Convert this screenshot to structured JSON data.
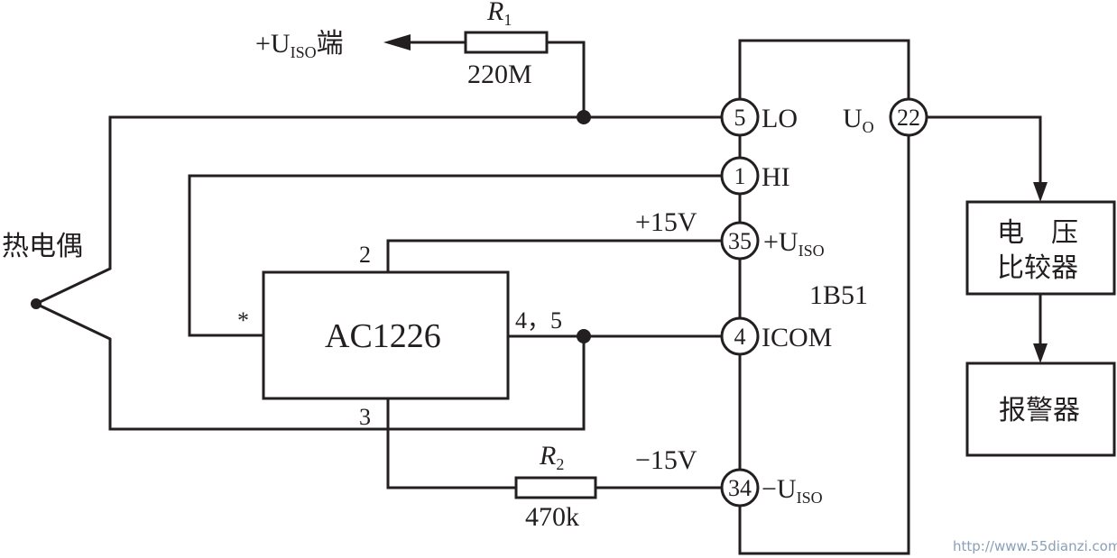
{
  "labels": {
    "thermocouple": "热电偶",
    "ic_name": "AC1226",
    "module_name": "1B51",
    "r1_name": "R",
    "r1_sub": "1",
    "r1_value": "220M",
    "r2_name": "R",
    "r2_sub": "2",
    "r2_value": "470k",
    "uiso_plus_prefix": "+U",
    "uiso_sub": "ISO",
    "uiso_end_suffix": "端",
    "ic_pin_star": "*",
    "ic_pin_2": "2",
    "ic_pin_3": "3",
    "ic_pin_45": "4，5",
    "plus15v": "+15V",
    "minus15v": "−15V",
    "pin_5": "5",
    "pin_5_name": "LO",
    "pin_1": "1",
    "pin_1_name": "HI",
    "pin_35": "35",
    "pin_35_prefix": "+U",
    "pin_4": "4",
    "pin_4_name": "ICOM",
    "pin_34": "34",
    "pin_34_prefix": "−U",
    "uo_main": "U",
    "uo_sub": "O",
    "pin_22": "22",
    "comparator_line1": "电　压",
    "comparator_line2": "比较器",
    "alarm": "报警器",
    "watermark": "http://www.55dianzi.com"
  }
}
